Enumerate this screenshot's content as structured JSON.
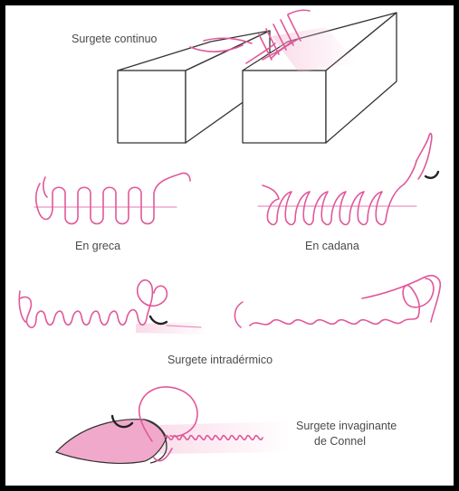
{
  "labels": {
    "continuous": "Surgete continuo",
    "greek": "En greca",
    "chain": "En cadana",
    "intradermal": "Surgete intradérmico",
    "connel_line1": "Surgete invaginante",
    "connel_line2": "de Connel"
  },
  "colors": {
    "suture": "#e0589a",
    "needle": "#222222",
    "frame": "#000000",
    "background": "#ffffff"
  }
}
